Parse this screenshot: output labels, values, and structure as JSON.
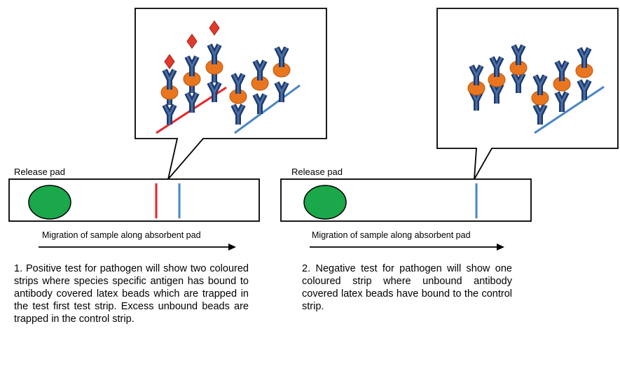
{
  "left_panel": {
    "release_pad_label": "Release pad",
    "migration_label": "Migration of sample along absorbent pad",
    "caption": "1. Positive test for pathogen will show two coloured strips where species specific antigen has bound to antibody covered latex beads which are trapped in the test first test strip. Excess unbound beads are trapped in the control strip."
  },
  "right_panel": {
    "release_pad_label": "Release pad",
    "migration_label": "Migration of sample along absorbent pad",
    "caption": "2. Negative test for pathogen will show one coloured strip where unbound antibody covered latex beads have bound to the control strip."
  },
  "colors": {
    "test_line": "#e8262a",
    "control_line": "#4a86c5",
    "release_pad": "#1aa84a",
    "bead": "#e9761f",
    "antibody": "#1f3a6a",
    "antigen": "#e03a2e"
  }
}
